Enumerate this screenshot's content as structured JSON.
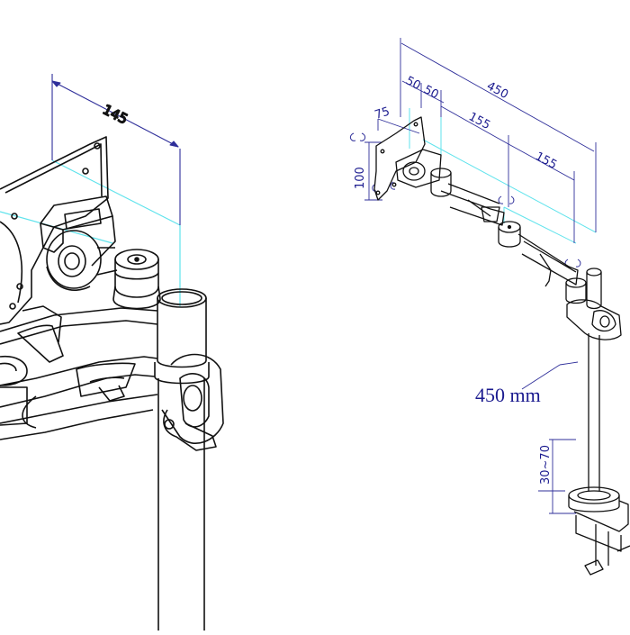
{
  "colors": {
    "line": "#111111",
    "dimension": "#2f2f9a",
    "guide": "#5fe3ec",
    "background": "#ffffff"
  },
  "left_view": {
    "dims": {
      "width": "145"
    }
  },
  "right_view": {
    "dims": {
      "total_reach": "450",
      "vesa_a": "50",
      "vesa_b": "50",
      "vesa_h": "75",
      "vesa_v": "100",
      "arm_1": "155",
      "arm_2": "155",
      "pole_height": "450 mm",
      "clamp_range": "30~70"
    }
  }
}
